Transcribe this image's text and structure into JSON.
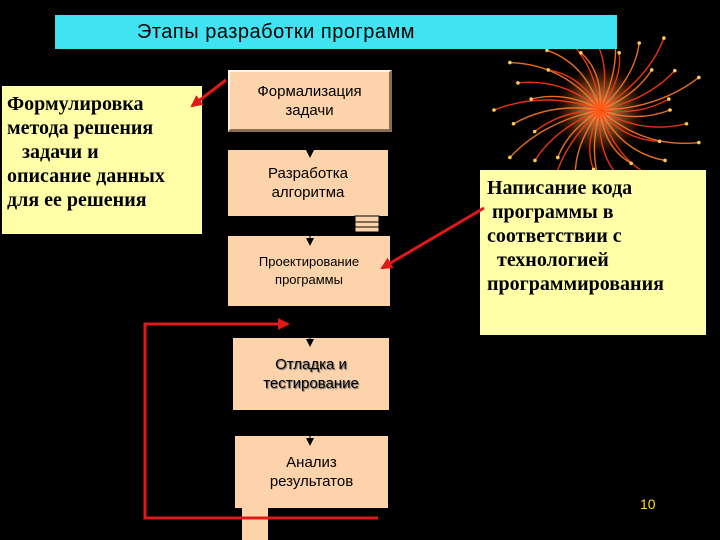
{
  "title": "Этапы разработки программ",
  "left_note": "Формулировка\nметода решения\n   задачи и\nописание данных\nдля ее решения",
  "right_note": "Написание кода\n программы в\nсоответствии с\n  технологией\nпрограммирования",
  "steps": [
    "Формализация\nзадачи",
    "Разработка\nалгоритма",
    "Проектирование\nпрограммы",
    "Отладка и\nтестирование",
    "Анализ\nрезультатов"
  ],
  "slide_number": "10",
  "colors": {
    "background": "#000000",
    "title_bar": "#3fe3f2",
    "notes": "#ffffa8",
    "steps": "#fcd3aa",
    "arrows": "#e01818",
    "slide_number": "#ffdd22"
  },
  "decorations": [
    "firework-burst"
  ]
}
